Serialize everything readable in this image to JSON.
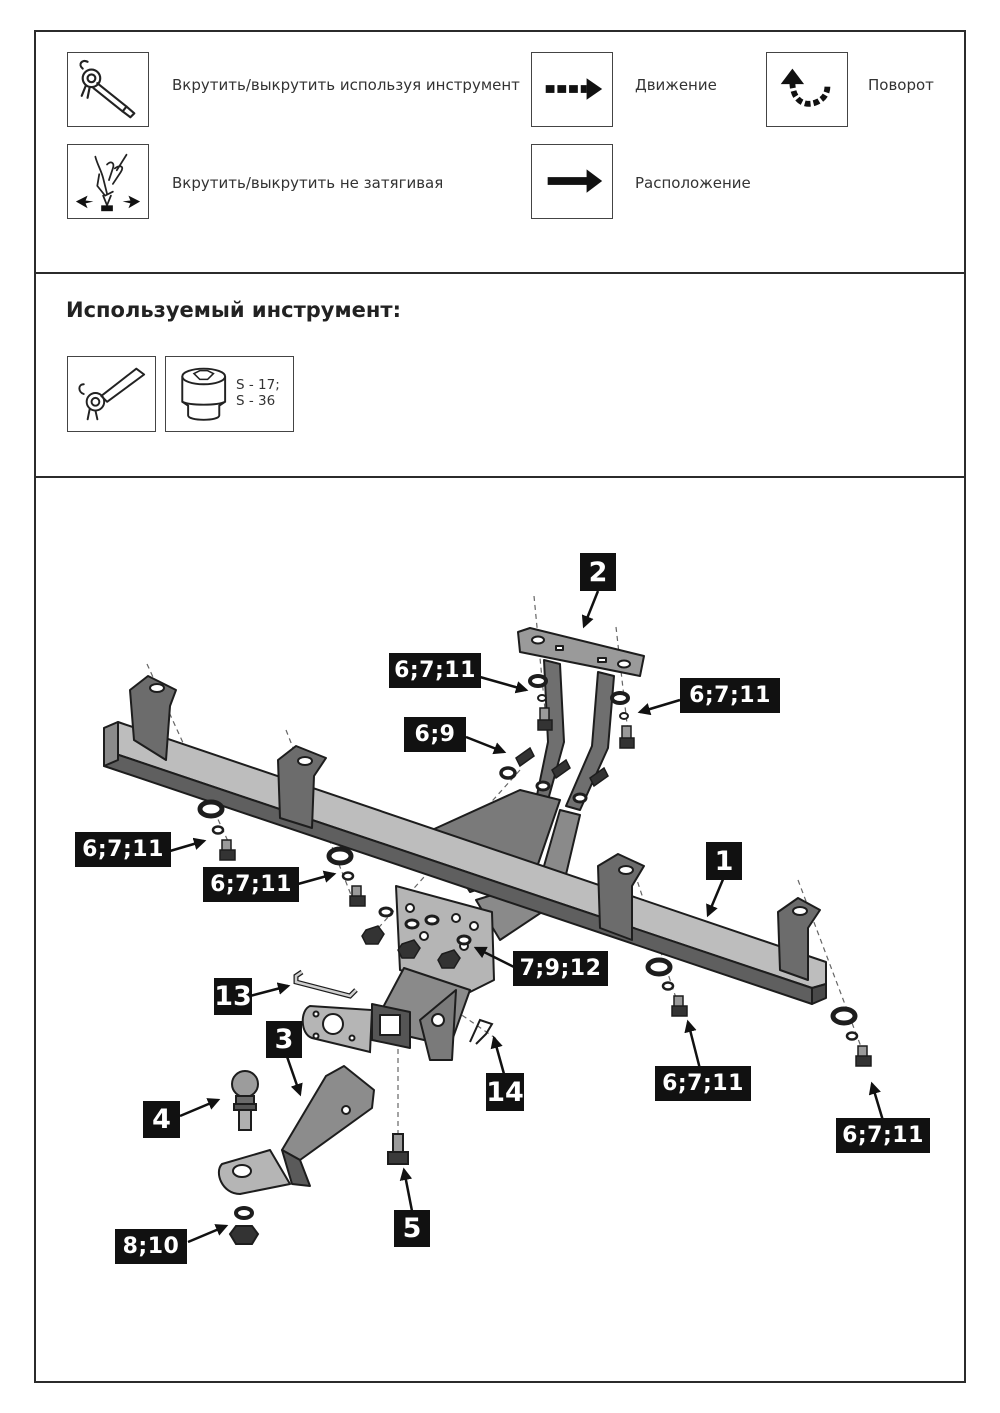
{
  "legend": {
    "tool_turn": "Вкрутить/выкрутить используя инструмент",
    "hand_turn": "Вкрутить/выкрутить не затягивая",
    "movement": "Движение",
    "placement": "Расположение",
    "rotation": "Поворот"
  },
  "tools": {
    "title": "Используемый инструмент:",
    "socket_sizes": [
      "S - 17;",
      "S - 36"
    ]
  },
  "callouts": {
    "part_1": "1",
    "part_2": "2",
    "part_3": "3",
    "part_4": "4",
    "part_5": "5",
    "part_13": "13",
    "part_14": "14",
    "bolts_top_left": "6;7;11",
    "bolts_top_right": "6;7;11",
    "bolts_6_9": "6;9",
    "bolts_far_left": "6;7;11",
    "bolts_left": "6;7;11",
    "bolts_plate": "7;9;12",
    "bolts_right": "6;7;11",
    "bolts_far_right": "6;7;11",
    "nut_washer": "8;10"
  },
  "icons": {
    "ratchet": "ratchet-wrench-icon",
    "hand": "hand-screw-icon",
    "dashed_arrow": "dashed-arrow-icon",
    "solid_arrow": "solid-arrow-icon",
    "rotation": "rotation-arrow-icon",
    "socket": "socket-head-icon"
  }
}
